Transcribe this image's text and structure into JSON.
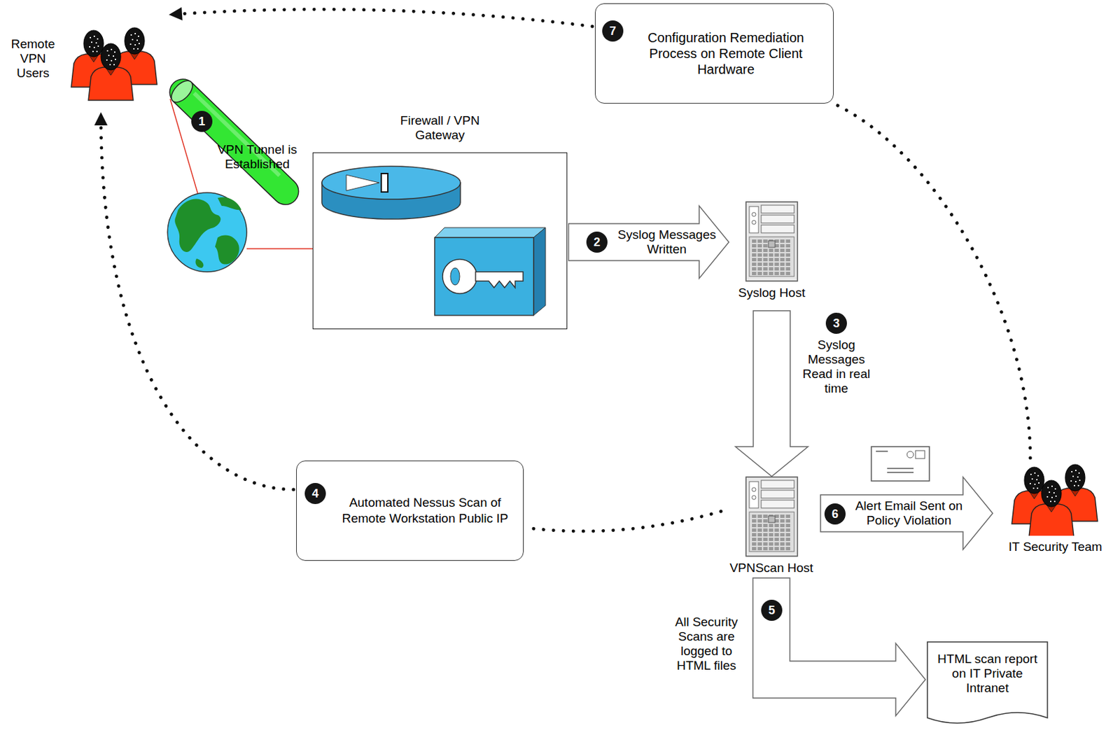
{
  "diagram": {
    "nodes": [
      {
        "text": [
          "Remote VPN Users"
        ]
      },
      {
        "text": [
          "Configuration Remediation Process on Remote Client Hardware"
        ]
      },
      {
        "text": [
          "VPN Tunnel is Established"
        ]
      },
      {
        "text": [
          "Firewall / VPN Gateway"
        ]
      },
      {
        "text": [
          "Syslog Host"
        ]
      },
      {
        "text": [
          "Automated Nessus Scan of Remote Workstation Public IP"
        ]
      },
      {
        "text": [
          "VPNScan Host"
        ]
      },
      {
        "text": [
          "IT Security Team"
        ]
      },
      {
        "text": [
          "HTML scan report on IT Private Intranet"
        ]
      }
    ],
    "edges": [
      {
        "from": 3,
        "to": 4,
        "label": "Syslog Messages Written",
        "arrow": "to"
      },
      {
        "from": 4,
        "to": 6,
        "label": "Syslog Messages Read in real time",
        "arrow": "to"
      },
      {
        "from": 6,
        "to": 5,
        "arrow": "none"
      },
      {
        "from": 5,
        "to": 0,
        "arrow": "to"
      },
      {
        "from": 6,
        "to": 8,
        "label": "All Security Scans are logged to HTML files",
        "arrow": "to"
      },
      {
        "from": 6,
        "to": 7,
        "label": "Alert Email Sent on Policy Violation",
        "arrow": "to"
      },
      {
        "from": 7,
        "to": 1,
        "arrow": "none"
      },
      {
        "from": 1,
        "to": 0,
        "arrow": "to"
      }
    ],
    "labels": [
      "1",
      "2",
      "3",
      "4",
      "5",
      "6",
      "7"
    ]
  }
}
